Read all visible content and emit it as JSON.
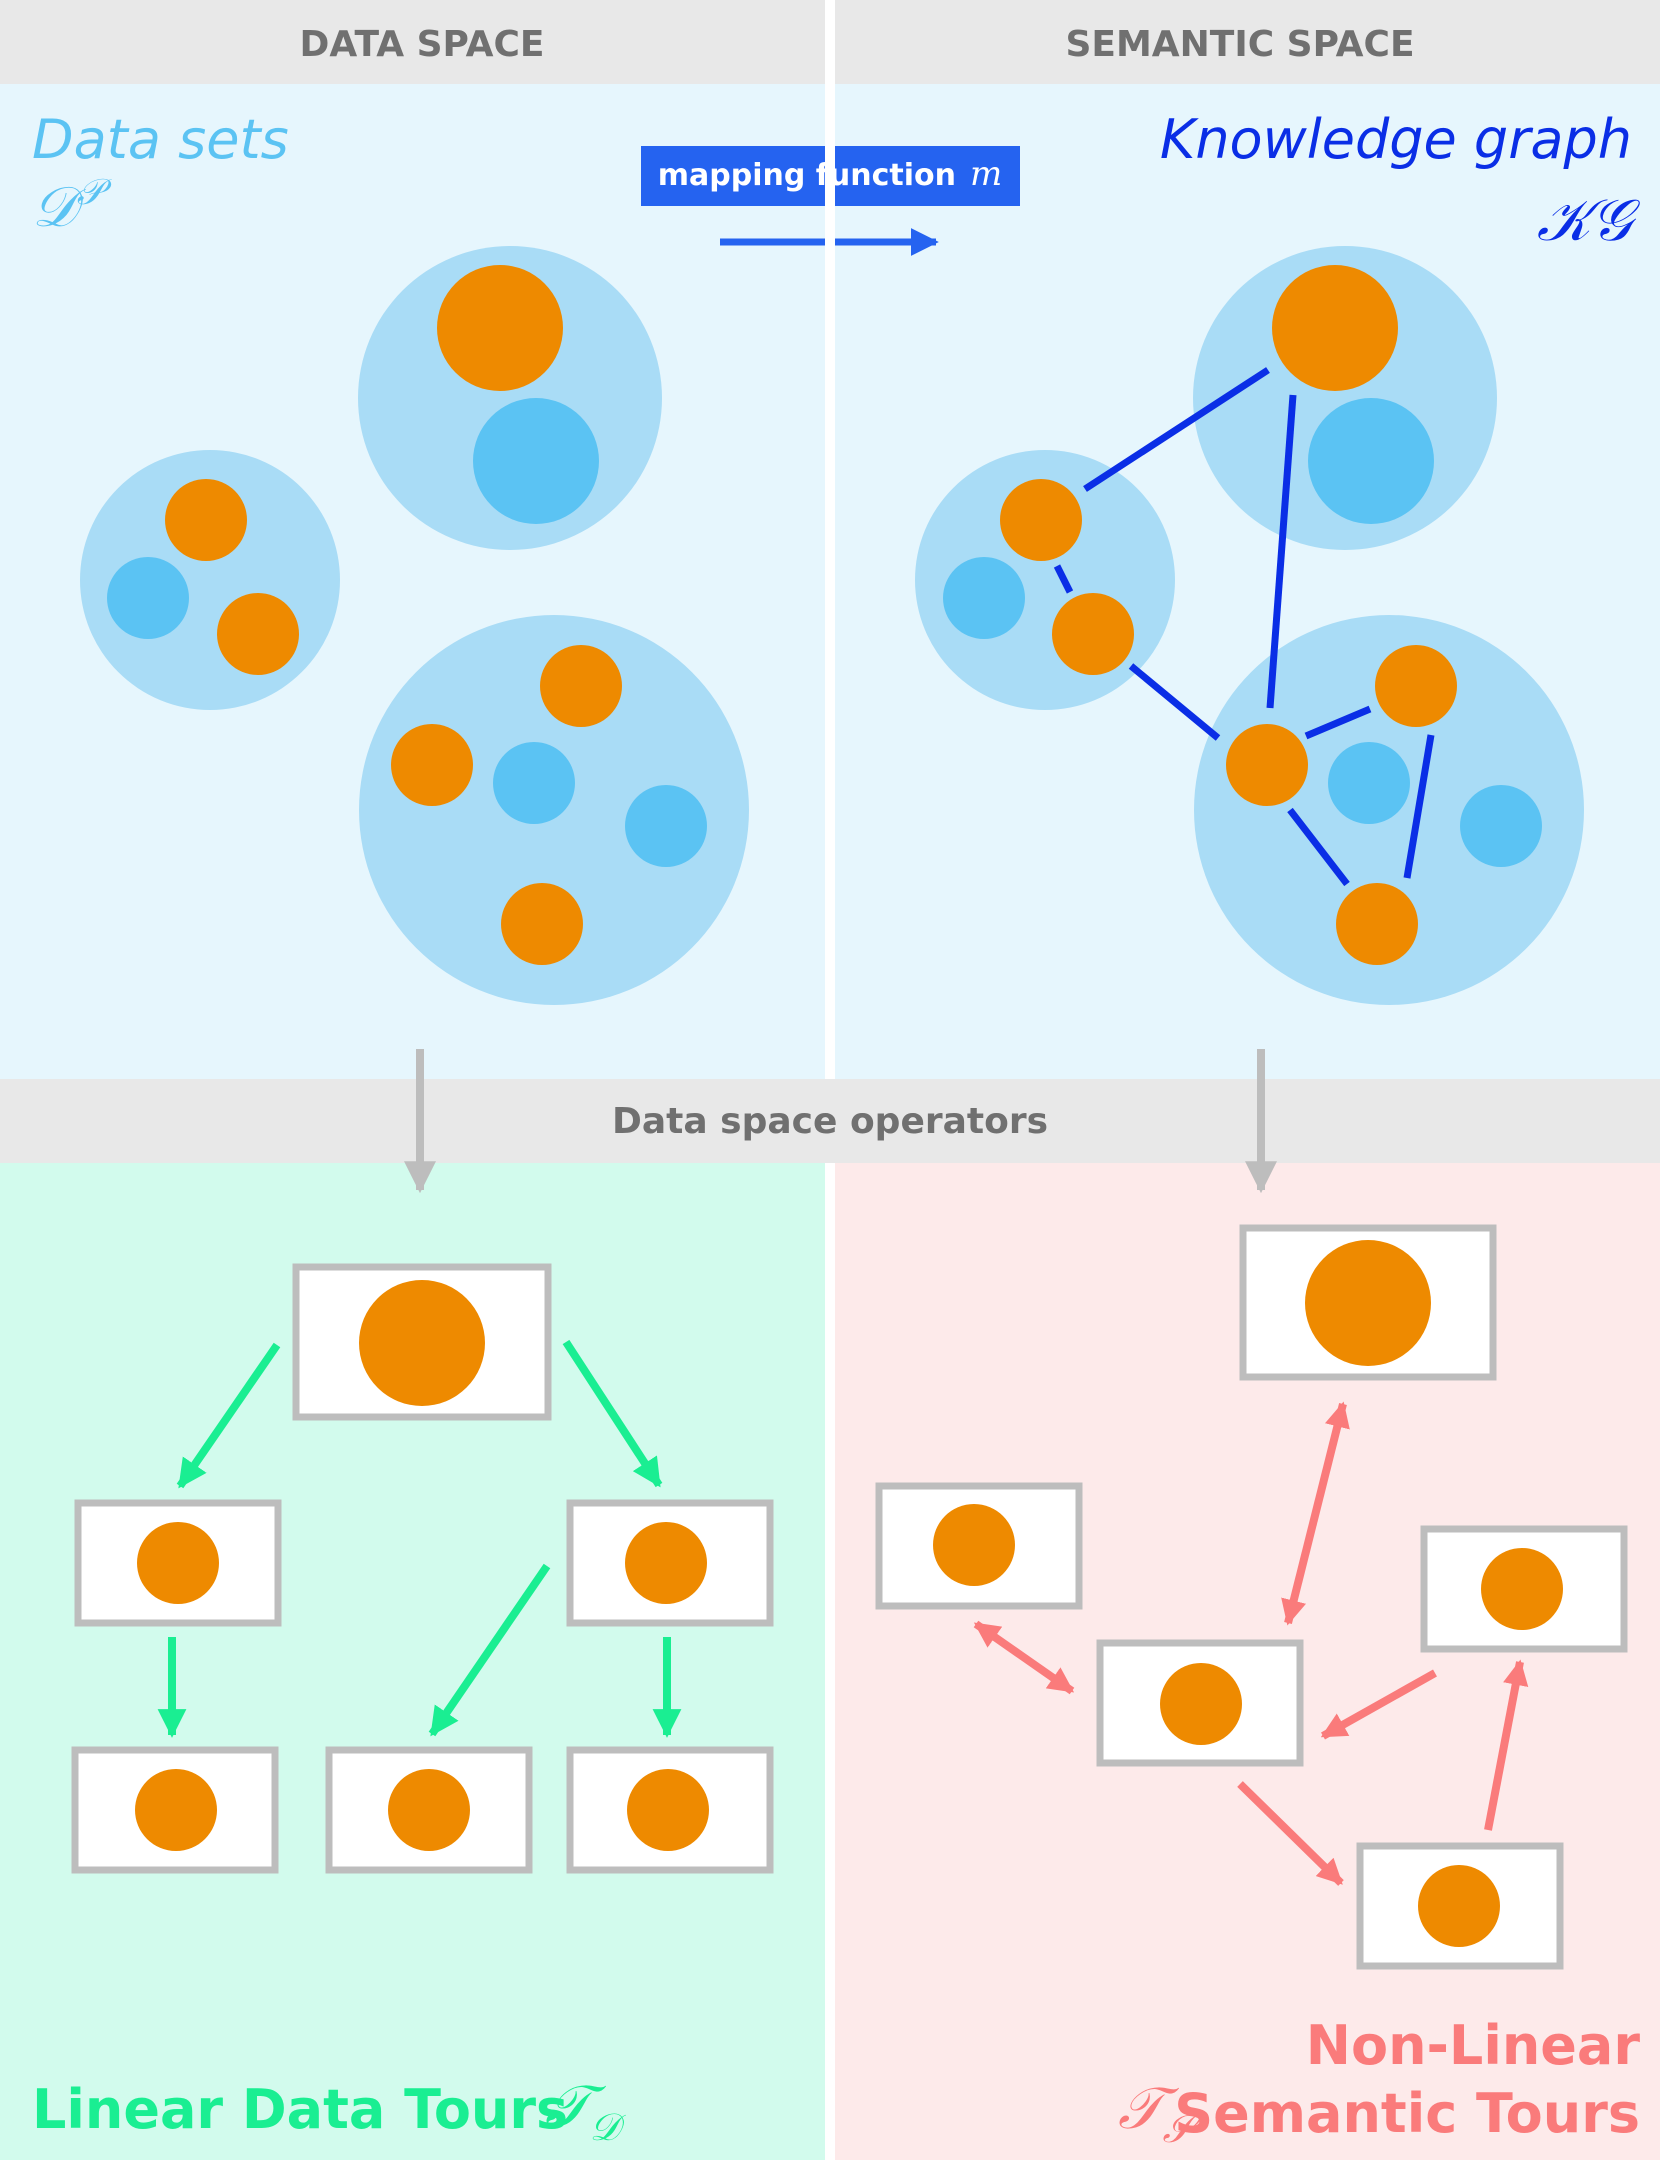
{
  "headers": {
    "data_space": "DATA SPACE",
    "semantic_space": "SEMANTIC SPACE",
    "operators": "Data space operators"
  },
  "data_sets": {
    "label": "Data sets",
    "symbol": "𝒟",
    "symbol_sup": "𝒫"
  },
  "mapping": {
    "label": "mapping function",
    "symbol": "m"
  },
  "knowledge_graph": {
    "label": "Knowledge graph",
    "symbol": "𝒦𝒢"
  },
  "linear_tours": {
    "label": "Linear Data Tours",
    "symbol": "𝒯",
    "symbol_sub": "𝒟"
  },
  "nonlinear_tours": {
    "label_line1": "Non-Linear",
    "label_line2": "Semantic Tours",
    "symbol": "𝒯",
    "symbol_sub": "𝒮"
  },
  "colors": {
    "header_bg": "#e8e8e8",
    "header_text": "#707070",
    "data_space_bg": "#e6f6fd",
    "semantic_space_bg": "#e6f6fd",
    "linear_bg": "#d2fbed",
    "nonlinear_bg": "#fdeaea",
    "cluster": "#a9dcf6",
    "blue_node": "#5bc3f3",
    "orange_node": "#ee8a00",
    "graph_edge": "#0a2ee6",
    "mapping_box": "#2563f0",
    "data_sets_text": "#5bc3f3",
    "kg_text": "#0a2ee6",
    "linear_accent": "#1aee92",
    "nonlinear_accent": "#fa7b7b",
    "card_border": "#bdbdbd",
    "gray_arrow": "#bdbdbd"
  }
}
